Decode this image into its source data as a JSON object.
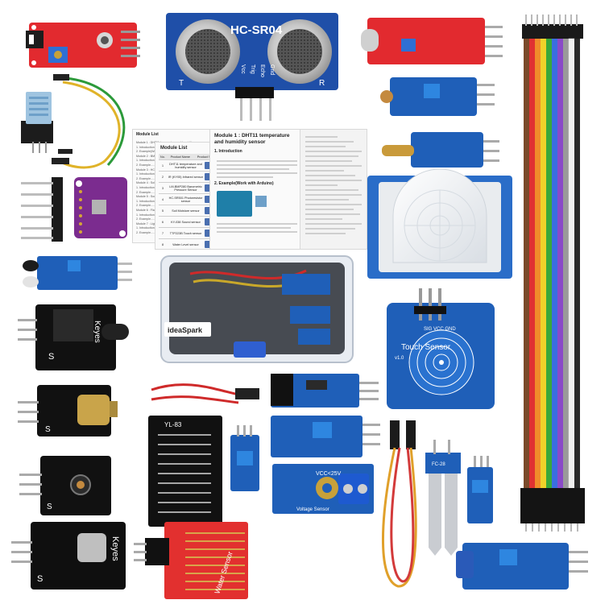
{
  "sensors": {
    "ultrasonic": {
      "name": "HC-SR04",
      "pins": [
        "Vcc",
        "Trig",
        "Echo",
        "Gnd"
      ],
      "t_label": "T",
      "r_label": "R"
    },
    "touch": {
      "title": "Touch Sensor",
      "pins": "SIG VCC GND",
      "version": "v1.0"
    },
    "voltage": {
      "title": "Voltage Sensor",
      "rating": "VCC<25V"
    },
    "water": {
      "title": "Water Sensor"
    },
    "rain": {
      "title": "YL-83"
    },
    "keyes_top": {
      "title": "Keyes"
    },
    "keyes_bottom": {
      "title": "Keyes"
    },
    "soil": {
      "title": "FC-28"
    },
    "box_brand": "ideaSpark",
    "pin_s": "S"
  },
  "document": {
    "toc_title": "Module List",
    "toc_lines": [
      "Module 1 : DHT11 temperature and humidity sensor.........1",
      "  1.   Introduction.....................................1",
      "  2.   Example(Work with Arduino).......................1",
      "Module 2 : BMP280 ...................................3",
      "  1.   Introduction.....................................3",
      "  2.   Example..........................................3",
      "Module 3 : HC-SR04 ..................................5",
      "  1.   Introduction.....................................5",
      "  2.   Example..........................................5",
      "Module 4 : Soil Moisture .............................7",
      "  1.   Introduction.....................................7",
      "  2.   Example..........................................7",
      "Module 5 : Sound ....................................9",
      "  1.   Introduction.....................................9",
      "  2.   Example..........................................9",
      "Module 6 : Flame ....................................11",
      "  1.   Introduction.....................................11",
      "  2.   Example..........................................11",
      "Module 7 : Light ....................................13",
      "  1.   Introduction.....................................13",
      "  2.   Example..........................................13"
    ],
    "module_list_title": "Module List",
    "module_table_header": [
      "No.",
      "Product Name",
      "Product Shape"
    ],
    "module_table_rows": [
      {
        "no": "1",
        "name": "DHT11 temperature and humidity sensor"
      },
      {
        "no": "2",
        "name": "IR (KY05) Infrared sensor"
      },
      {
        "no": "3",
        "name": "LM-BMP280 Barometric Pressure Sensor"
      },
      {
        "no": "4",
        "name": "HC-SR501 Photoresistor sensor"
      },
      {
        "no": "5",
        "name": "Soil Moisture sensor"
      },
      {
        "no": "6",
        "name": "KY-038 Sound sensor"
      },
      {
        "no": "7",
        "name": "TTP223B Touch sensor"
      },
      {
        "no": "8",
        "name": "Water Level sensor"
      }
    ],
    "page_title": "Module 1 : DHT11 temperature and humidity sensor",
    "section1": "1.   Introduction",
    "section2": "2.   Example(Work with Arduino)"
  }
}
